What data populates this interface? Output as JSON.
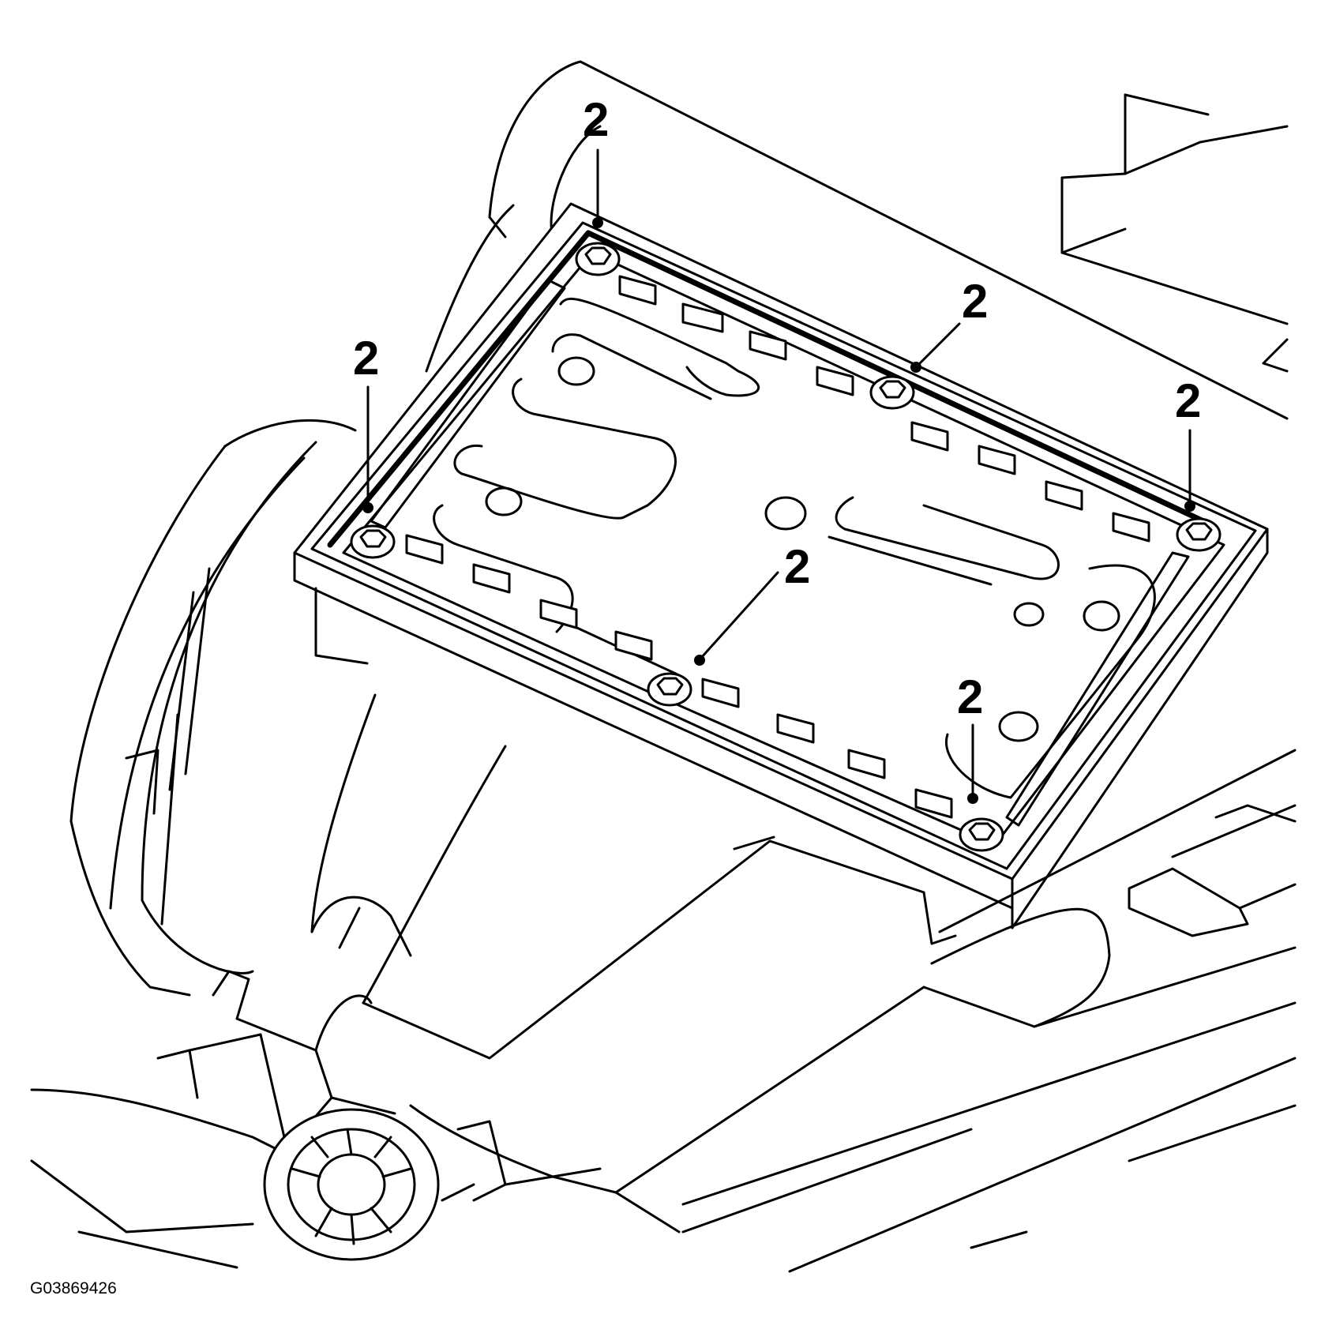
{
  "diagram": {
    "figure_id": "G03869426",
    "callouts": [
      {
        "label": "2"
      },
      {
        "label": "2"
      },
      {
        "label": "2"
      },
      {
        "label": "2"
      },
      {
        "label": "2"
      },
      {
        "label": "2"
      }
    ]
  }
}
